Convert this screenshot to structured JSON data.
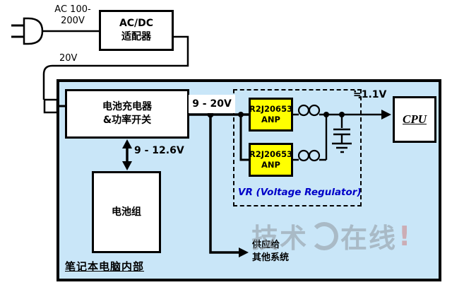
{
  "diagram": {
    "ac_voltage_line1": "AC 100-",
    "ac_voltage_line2": "200V",
    "adapter_line1": "AC/DC",
    "adapter_line2": "适配器",
    "adapter_output_voltage": "20V",
    "charger_line1": "电池充电器",
    "charger_line2": "&功率开关",
    "charger_output_voltage": "9 - 20V",
    "battery_link_voltage": "9 - 12.6V",
    "battery_pack": "电池组",
    "vr_title": "VR (Voltage Regulator)",
    "regulator_ic_top_line1": "R2J20653",
    "regulator_ic_top_line2": "ANP",
    "regulator_ic_bottom_line1": "R2J20653",
    "regulator_ic_bottom_line2": "ANP",
    "cpu_input_voltage": "≒1.1V",
    "cpu": "CPU",
    "enclosure_label": "笔记本电脑内部",
    "other_supply_line1": "供应给",
    "other_supply_line2": "其他系统",
    "watermark_left": "技术",
    "watermark_right": "在线",
    "watermark_exclaim": "!"
  },
  "colors": {
    "panel_blue": "#c9e6f8",
    "ic_yellow": "#ffff00",
    "vr_label_blue": "#0000c8",
    "watermark_gray": "#8f979e"
  }
}
